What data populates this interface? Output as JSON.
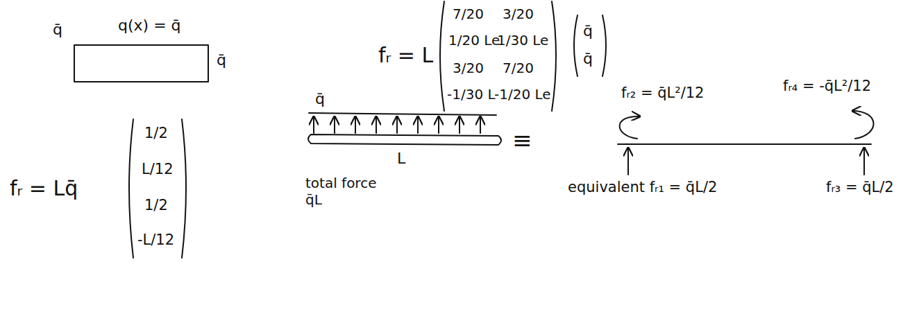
{
  "diagram": {
    "labels": [
      "q̄",
      "q(x) = q̄",
      "q̄",
      "fᵣ = L",
      "7/20",
      "3/20",
      "1/20 Le",
      "1/30 Le",
      "3/20",
      "7/20",
      "-1/30 L",
      "-1/20 Le",
      "q̄",
      "q̄",
      "fᵣ = Lq̄",
      "1/2",
      "L/12",
      "1/2",
      "-L/12",
      "q̄",
      "L",
      "total force q̄L",
      "≡",
      "fᵣ₂ = q̄L²/12",
      "fᵣ₄ = -q̄L²/12",
      "equivalent fᵣ₁ = q̄L/2",
      "fᵣ₃ = q̄L/2"
    ]
  }
}
